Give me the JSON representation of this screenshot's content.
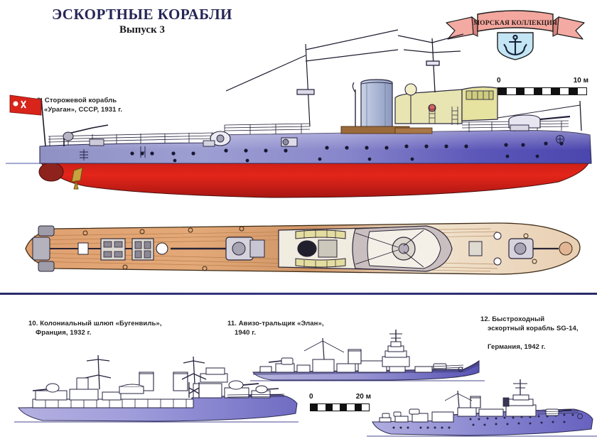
{
  "header": {
    "title": "ЭСКОРТНЫЕ КОРАБЛИ",
    "subtitle": "Выпуск 3"
  },
  "logo": {
    "banner_text": "МОРСКАЯ КОЛЛЕКЦИЯ",
    "emblem": "anchor-on-shield",
    "ribbon_color": "#f0a49c",
    "shield_color": "#bfe2f2"
  },
  "captions": {
    "ship9": {
      "line1": "9. Сторожевой корабль",
      "line2": "«Ураган», СССР, 1931 г."
    },
    "ship10": {
      "line1": "10. Колониальный шлюп «Бугенвиль»,",
      "line2": "Франция, 1932 г."
    },
    "ship11": {
      "line1": "11. Авизо-тральщик «Элан»,",
      "line2": "1940 г."
    },
    "ship12": {
      "line1": "12. Быстроходный",
      "line2": "эскортный корабль SG-14,",
      "line3": "Германия, 1942 г."
    }
  },
  "scales": {
    "top": {
      "min": "0",
      "max": "10 м",
      "segments": 10
    },
    "bottom": {
      "min": "0",
      "max": "20 м",
      "segments": 8
    }
  },
  "ships": {
    "uragan": {
      "name": "«Ураган»",
      "country": "СССР",
      "year": "1931",
      "type": "Сторожевой корабль",
      "views": [
        "side-profile",
        "deck-plan"
      ],
      "hull_upper_color": "#6a6fc0",
      "hull_lower_color": "#c01a14",
      "deck_color": "#e0a172",
      "superstructure_color": "#e7e2ab",
      "funnel_color": "#b9c3dd",
      "ensign_color": "#d42118",
      "facing": "right"
    },
    "bougainville": {
      "name": "«Бугенвиль»",
      "country": "Франция",
      "year": "1932",
      "type": "Колониальный шлюп",
      "hull_color": "#9a97d8",
      "superstructure_color": "#ffffff",
      "funnels": 2,
      "facing": "right"
    },
    "elan": {
      "name": "«Элан»",
      "year": "1940",
      "type": "Авизо-тральщик",
      "hull_color": "#8e8cce",
      "superstructure_color": "#ffffff",
      "funnels": 1,
      "facing": "right"
    },
    "sg14": {
      "name": "SG-14",
      "country": "Германия",
      "year": "1942",
      "type": "Быстроходный эскортный корабль",
      "hull_color": "#8b8ad2",
      "superstructure_color": "#ffffff",
      "funnels": 1,
      "facing": "right"
    }
  },
  "colors": {
    "title": "#262657",
    "divider": "#2a2a6a",
    "caption": "#222222",
    "page_background": "#ffffff"
  }
}
